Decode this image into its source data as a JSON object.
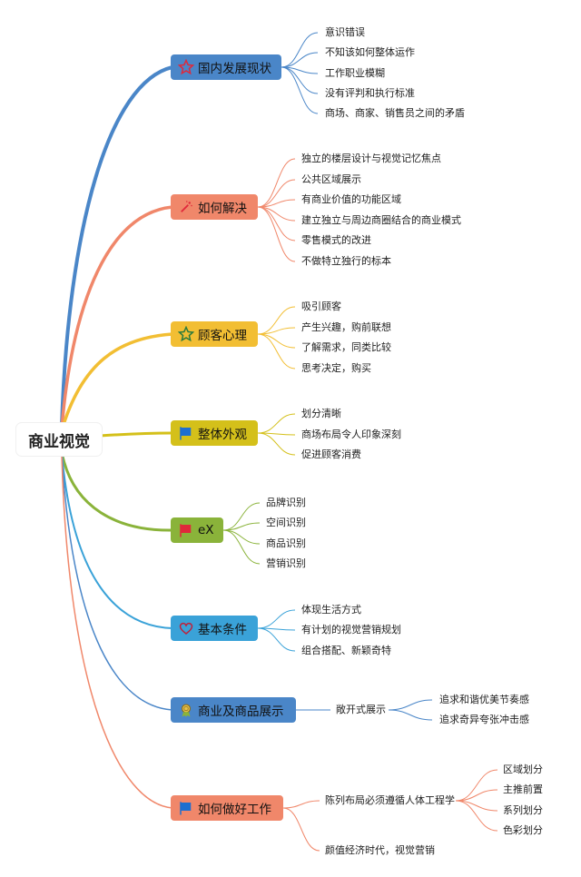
{
  "root": "商业视觉",
  "colors": {
    "blue": "#4a86c8",
    "orange": "#f0876a",
    "yellow": "#f2be33",
    "olive": "#d4c01a",
    "green": "#8ab33a",
    "teal": "#3aa2d8"
  },
  "branches": [
    {
      "label": "国内发展现状",
      "icon": "star-outline-icon",
      "leaves": [
        "意识错误",
        "不知该如何整体运作",
        "工作职业模糊",
        "没有评判和执行标准",
        "商场、商家、销售员之间的矛盾"
      ]
    },
    {
      "label": "如何解决",
      "icon": "magic-wand-icon",
      "leaves": [
        "独立的楼层设计与视觉记忆焦点",
        "公共区域展示",
        "有商业价值的功能区域",
        "建立独立与周边商圈结合的商业模式",
        "零售模式的改进",
        "不做特立独行的标本"
      ]
    },
    {
      "label": "顾客心理",
      "icon": "star-outline-icon",
      "leaves": [
        "吸引顾客",
        "产生兴趣，购前联想",
        "了解需求，同类比较",
        "思考决定，购买"
      ]
    },
    {
      "label": "整体外观",
      "icon": "flag-blue-icon",
      "leaves": [
        "划分清晰",
        "商场布局令人印象深刻",
        "促进顾客消费"
      ]
    },
    {
      "label": "eX",
      "icon": "flag-red-icon",
      "leaves": [
        "品牌识别",
        "空间识别",
        "商品识别",
        "营销识别"
      ]
    },
    {
      "label": "基本条件",
      "icon": "heart-outline-icon",
      "leaves": [
        "体现生活方式",
        "有计划的视觉营销规划",
        "组合搭配、新颖奇特"
      ]
    },
    {
      "label": "商业及商品展示",
      "icon": "medal-icon",
      "leaves": [
        "敞开式展示"
      ],
      "subleaves": [
        "追求和谐优美节奏感",
        "追求奇异夸张冲击感"
      ]
    },
    {
      "label": "如何做好工作",
      "icon": "flag-blue-icon",
      "leaves": [
        "陈列布局必须遵循人体工程学",
        "颜值经济时代，视觉营销"
      ],
      "subleaves": [
        "区域划分",
        "主推前置",
        "系列划分",
        "色彩划分"
      ]
    }
  ]
}
